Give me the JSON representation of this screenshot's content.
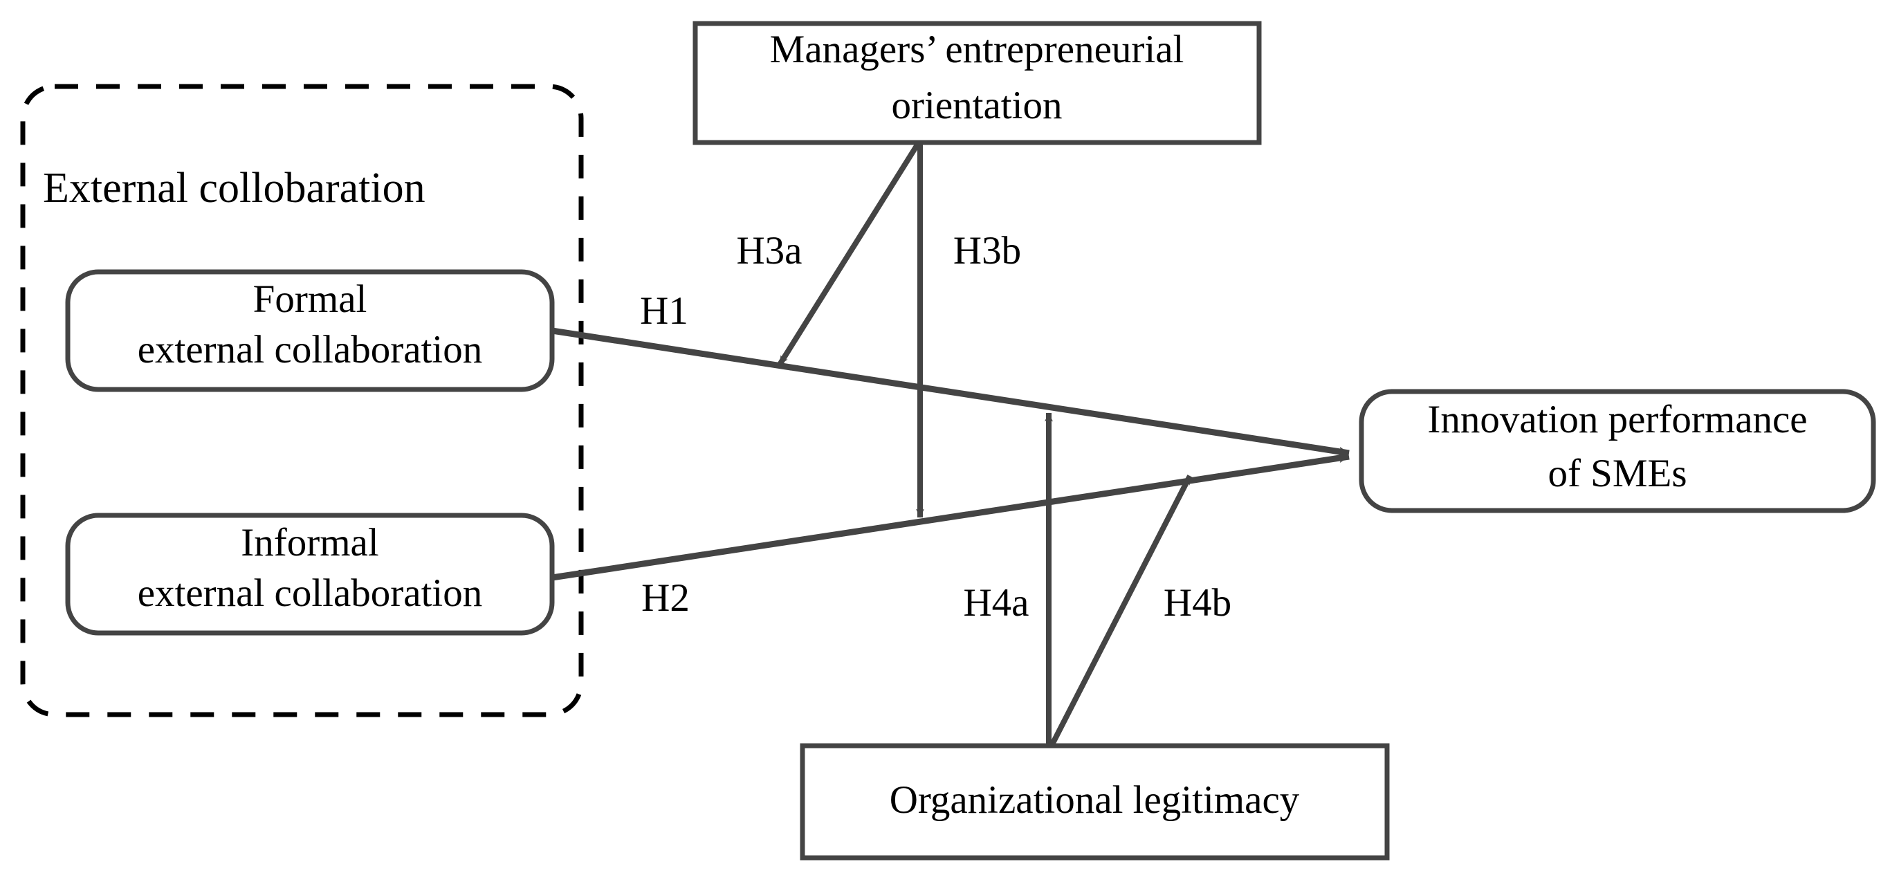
{
  "diagram": {
    "title_text": "External collobaration",
    "stroke_color": "#444444",
    "text_color": "#000000",
    "background_color": "#ffffff",
    "group": {
      "label": "External collobaration",
      "border_style": "dashed",
      "border_color": "#000000"
    },
    "nodes": [
      {
        "id": "formal-external-collaboration",
        "line1": "Formal",
        "line2": "external collaboration",
        "shape": "rounded-rect"
      },
      {
        "id": "informal-external-collaboration",
        "line1": "Informal",
        "line2": "external collaboration",
        "shape": "rounded-rect"
      },
      {
        "id": "managers-entrepreneurial-orientation",
        "line1": "Managers’ entrepreneurial",
        "line2": "orientation",
        "shape": "rect"
      },
      {
        "id": "organizational-legitimacy",
        "line1": "Organizational legitimacy",
        "line2": "",
        "shape": "rect"
      },
      {
        "id": "innovation-performance-of-smes",
        "line1": "Innovation performance",
        "line2": "of SMEs",
        "shape": "rounded-rect"
      }
    ],
    "hypotheses": [
      {
        "id": "h1",
        "label": "H1",
        "from": "formal-external-collaboration",
        "to": "innovation-performance-of-smes",
        "kind": "direct"
      },
      {
        "id": "h2",
        "label": "H2",
        "from": "informal-external-collaboration",
        "to": "innovation-performance-of-smes",
        "kind": "direct"
      },
      {
        "id": "h3a",
        "label": "H3a",
        "from": "managers-entrepreneurial-orientation",
        "to": "h1",
        "kind": "moderation"
      },
      {
        "id": "h3b",
        "label": "H3b",
        "from": "managers-entrepreneurial-orientation",
        "to": "h2",
        "kind": "moderation"
      },
      {
        "id": "h4a",
        "label": "H4a",
        "from": "organizational-legitimacy",
        "to": "h1",
        "kind": "moderation"
      },
      {
        "id": "h4b",
        "label": "H4b",
        "from": "organizational-legitimacy",
        "to": "h2",
        "kind": "moderation"
      }
    ]
  }
}
